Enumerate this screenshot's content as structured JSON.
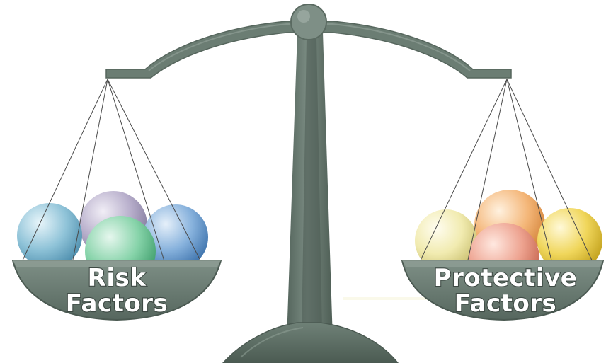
{
  "left_pan": {
    "label_line1": "Risk",
    "label_line2": "Factors",
    "ball_colors": [
      "#8fc3d8",
      "#b7aecb",
      "#86d3a9",
      "#86b1dc"
    ]
  },
  "right_pan": {
    "label_line1": "Protective",
    "label_line2": "Factors",
    "ball_colors": [
      "#f1ebb0",
      "#f4b678",
      "#f0d65b",
      "#eda28f"
    ]
  },
  "colors": {
    "scale_body": "#687a70",
    "scale_dark": "#4b5a52",
    "scale_highlight": "#8e9e95"
  }
}
